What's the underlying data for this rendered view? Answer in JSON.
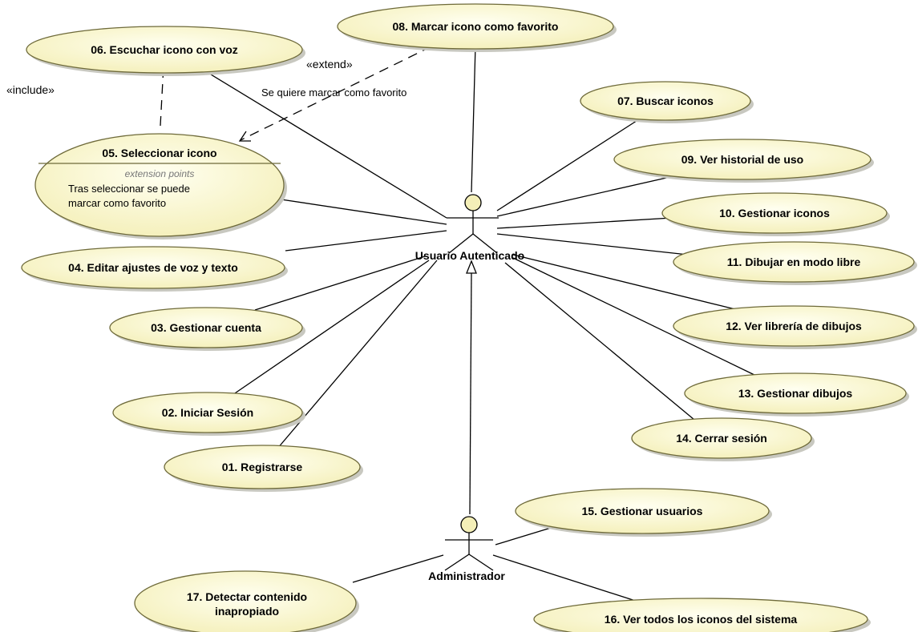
{
  "colors": {
    "usecase_fill": "#fdfbd8",
    "usecase_stroke": "#6e6a3a",
    "shadow": "#c8c8c0",
    "line": "#000000"
  },
  "actors": {
    "usuario": "Usuario Autenticado",
    "admin": "Administrador"
  },
  "use_cases": {
    "uc01": "01. Registrarse",
    "uc02": "02. Iniciar Sesión",
    "uc03": "03. Gestionar cuenta",
    "uc04": "04. Editar ajustes de voz y texto",
    "uc05": "05. Seleccionar icono",
    "uc06": "06. Escuchar icono con voz",
    "uc07": "07. Buscar iconos",
    "uc08": "08. Marcar icono como favorito",
    "uc09": "09. Ver historial de uso",
    "uc10": "10. Gestionar iconos",
    "uc11": "11. Dibujar en modo libre",
    "uc12": "12. Ver librería de dibujos",
    "uc13": "13. Gestionar dibujos",
    "uc14": "14. Cerrar sesión",
    "uc15": "15. Gestionar usuarios",
    "uc16": "16. Ver todos los iconos del sistema",
    "uc17_line1": "17. Detectar contenido",
    "uc17_line2": "inapropiado"
  },
  "extension_points": {
    "title": "extension points",
    "line1": "Tras seleccionar se puede",
    "line2": "marcar como favorito"
  },
  "relations": {
    "include": "«include»",
    "extend": "«extend»",
    "extend_condition": "Se quiere marcar como favorito"
  }
}
